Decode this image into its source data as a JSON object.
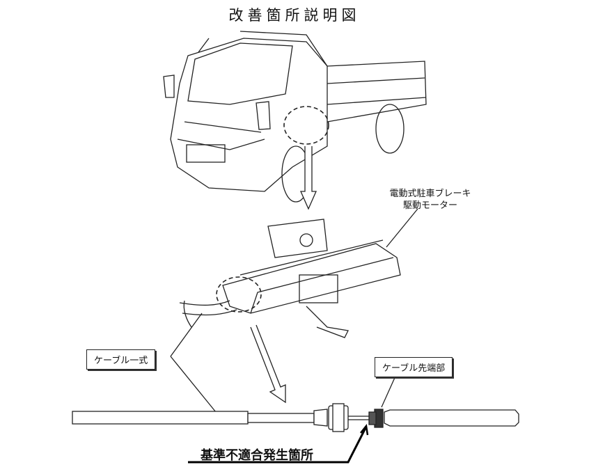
{
  "title": "改善箇所説明図",
  "labels": {
    "motor_line1": "電動式駐車ブレーキ",
    "motor_line2": "駆動モーター",
    "cable_set": "ケーブル一式",
    "cable_tip": "ケーブル先端部",
    "defect_location": "基準不適合発生箇所"
  }
}
